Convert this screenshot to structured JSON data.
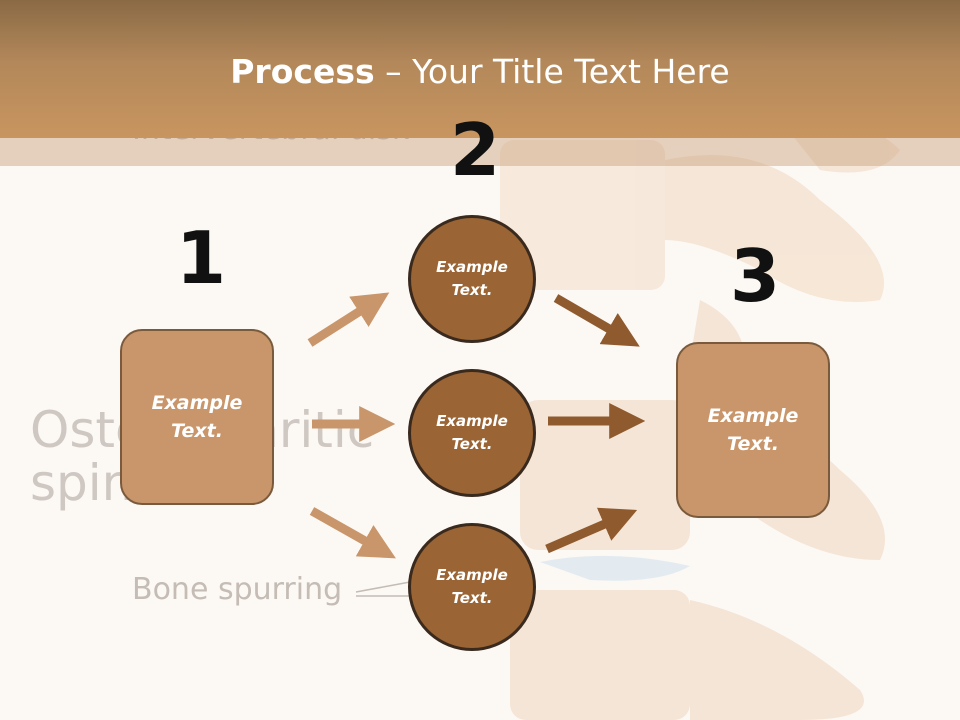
{
  "title": {
    "bold": "Process",
    "rest": " – Your Title Text Here"
  },
  "background_labels": {
    "intervertebral": "Intervertebral disk",
    "osteo_line1": "Osteoarthritic",
    "osteo_line2": "spine",
    "bone_spurring": "Bone spurring"
  },
  "steps": {
    "one": "1",
    "two": "2",
    "three": "3"
  },
  "boxes": {
    "left": "Example Text.",
    "right": "Example Text."
  },
  "circles": {
    "top": "Example Text.",
    "middle": "Example Text.",
    "bottom": "Example Text."
  },
  "colors": {
    "header": "#b3885a",
    "box_fill": "#c8966a",
    "circle_fill": "#9a6434",
    "arrow_light": "#c8966a",
    "arrow_dark": "#8f5a2e"
  }
}
